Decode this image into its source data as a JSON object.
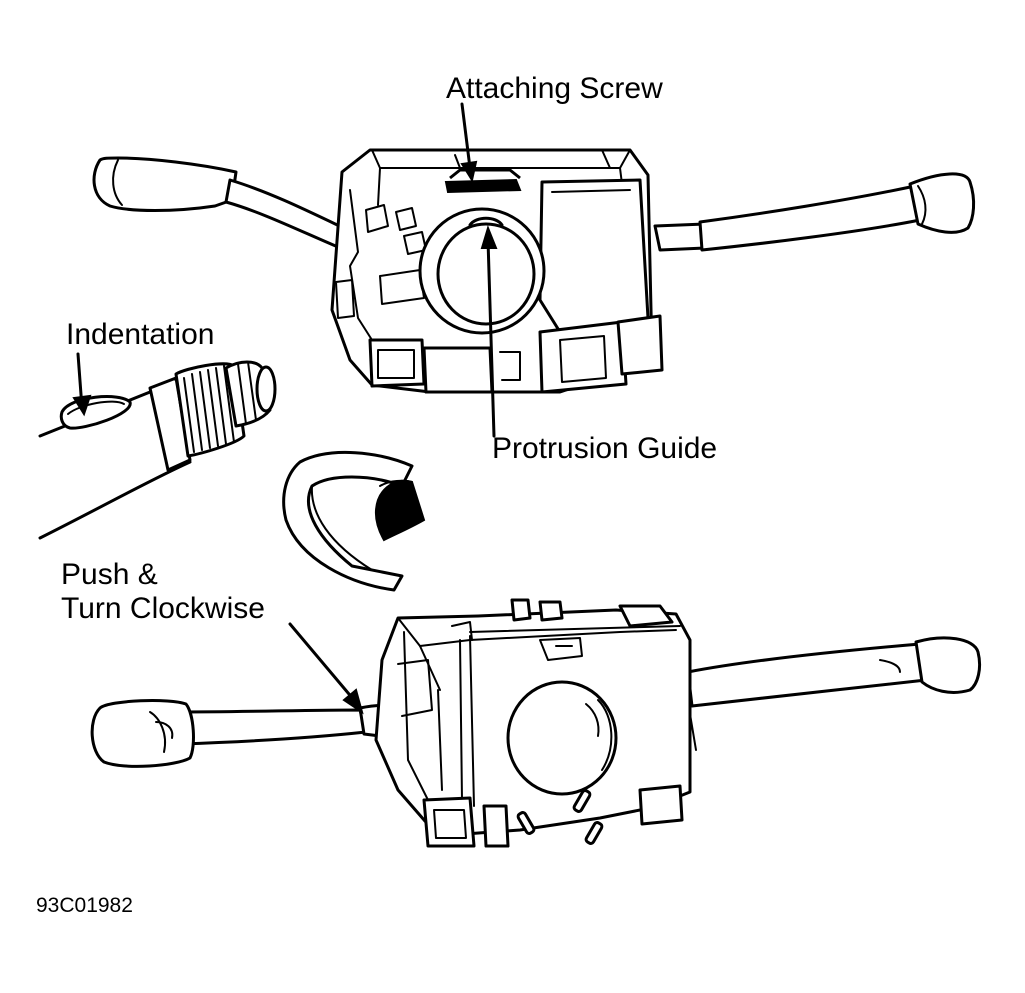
{
  "labels": {
    "attaching_screw": "Attaching Screw",
    "indentation": "Indentation",
    "protrusion_guide": "Protrusion Guide",
    "push_turn_line1": "Push &",
    "push_turn_line2": "Turn Clockwise"
  },
  "figure_id": "93C01982"
}
